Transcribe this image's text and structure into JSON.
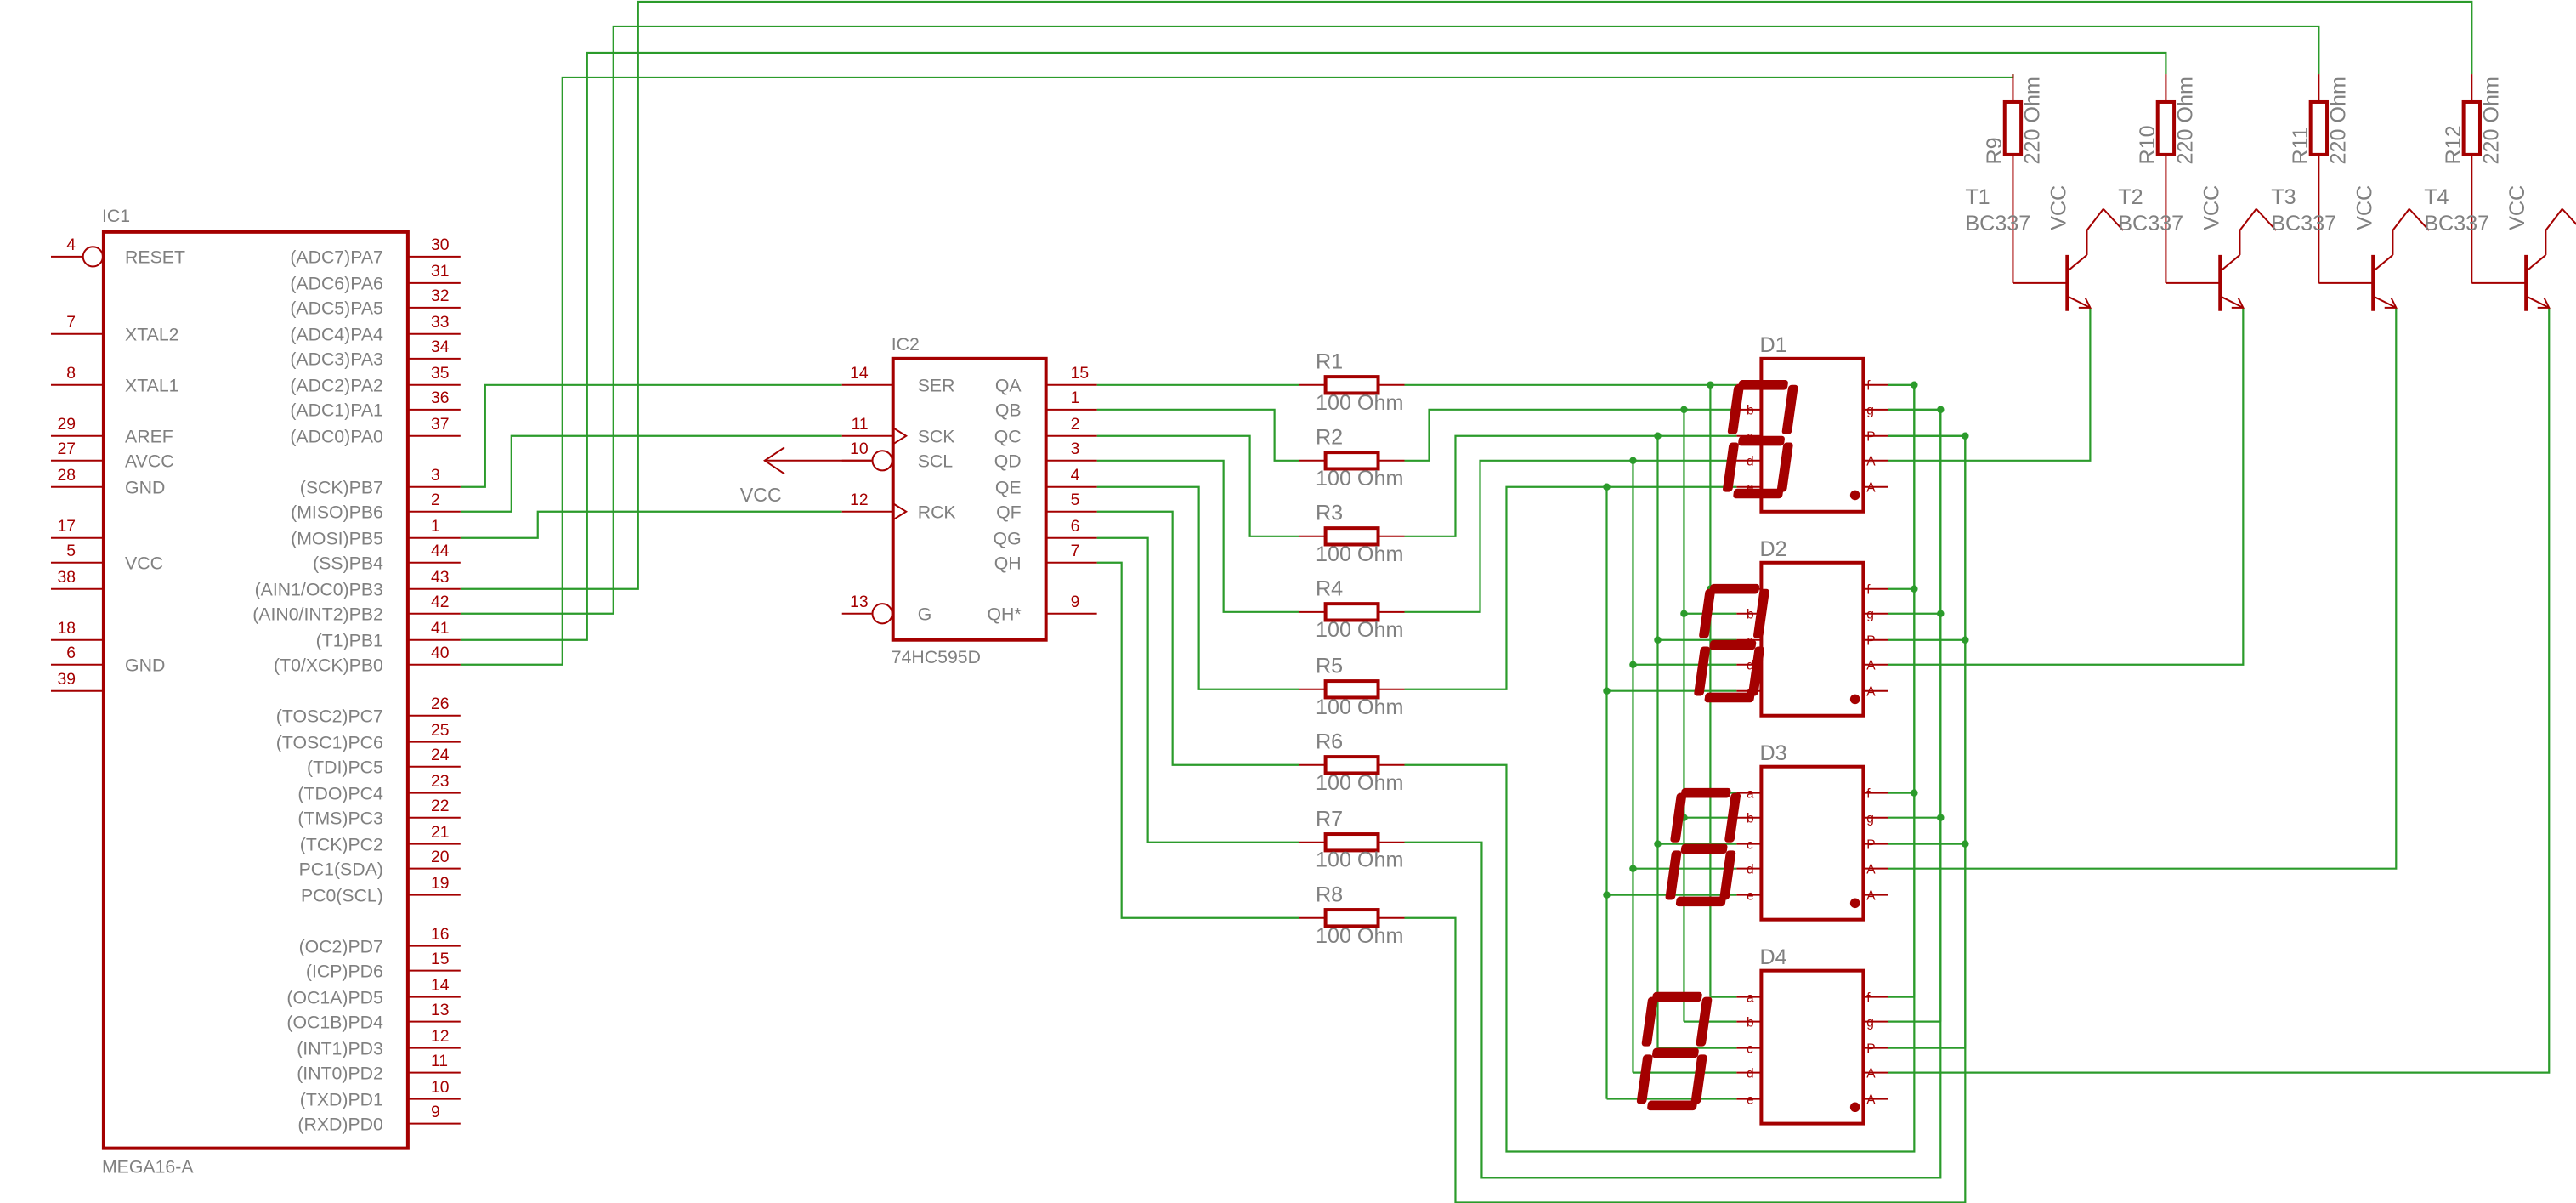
{
  "colors": {
    "component": "#a40000",
    "wire": "#2b9b2b",
    "label": "#808080",
    "background": "#ffffff"
  },
  "ic1": {
    "ref": "IC1",
    "value": "MEGA16-A",
    "left_pins": [
      {
        "num": "4",
        "name": "RESET"
      },
      {
        "num": "7",
        "name": "XTAL2"
      },
      {
        "num": "8",
        "name": "XTAL1"
      },
      {
        "num": "29",
        "name": "AREF"
      },
      {
        "num": "27",
        "name": "AVCC"
      },
      {
        "num": "28",
        "name": "GND"
      },
      {
        "num": "17",
        "name": ""
      },
      {
        "num": "5",
        "name": "VCC"
      },
      {
        "num": "38",
        "name": ""
      },
      {
        "num": "18",
        "name": ""
      },
      {
        "num": "6",
        "name": "GND"
      },
      {
        "num": "39",
        "name": ""
      }
    ],
    "right_pins": [
      {
        "num": "30",
        "name": "(ADC7)PA7"
      },
      {
        "num": "31",
        "name": "(ADC6)PA6"
      },
      {
        "num": "32",
        "name": "(ADC5)PA5"
      },
      {
        "num": "33",
        "name": "(ADC4)PA4"
      },
      {
        "num": "34",
        "name": "(ADC3)PA3"
      },
      {
        "num": "35",
        "name": "(ADC2)PA2"
      },
      {
        "num": "36",
        "name": "(ADC1)PA1"
      },
      {
        "num": "37",
        "name": "(ADC0)PA0"
      },
      {
        "num": "3",
        "name": "(SCK)PB7"
      },
      {
        "num": "2",
        "name": "(MISO)PB6"
      },
      {
        "num": "1",
        "name": "(MOSI)PB5"
      },
      {
        "num": "44",
        "name": "(SS)PB4"
      },
      {
        "num": "43",
        "name": "(AIN1/OC0)PB3"
      },
      {
        "num": "42",
        "name": "(AIN0/INT2)PB2"
      },
      {
        "num": "41",
        "name": "(T1)PB1"
      },
      {
        "num": "40",
        "name": "(T0/XCK)PB0"
      },
      {
        "num": "26",
        "name": "(TOSC2)PC7"
      },
      {
        "num": "25",
        "name": "(TOSC1)PC6"
      },
      {
        "num": "24",
        "name": "(TDI)PC5"
      },
      {
        "num": "23",
        "name": "(TDO)PC4"
      },
      {
        "num": "22",
        "name": "(TMS)PC3"
      },
      {
        "num": "21",
        "name": "(TCK)PC2"
      },
      {
        "num": "20",
        "name": "PC1(SDA)"
      },
      {
        "num": "19",
        "name": "PC0(SCL)"
      },
      {
        "num": "16",
        "name": "(OC2)PD7"
      },
      {
        "num": "15",
        "name": "(ICP)PD6"
      },
      {
        "num": "14",
        "name": "(OC1A)PD5"
      },
      {
        "num": "13",
        "name": "(OC1B)PD4"
      },
      {
        "num": "12",
        "name": "(INT1)PD3"
      },
      {
        "num": "11",
        "name": "(INT0)PD2"
      },
      {
        "num": "10",
        "name": "(TXD)PD1"
      },
      {
        "num": "9",
        "name": "(RXD)PD0"
      }
    ]
  },
  "ic2": {
    "ref": "IC2",
    "value": "74HC595D",
    "left_pins": [
      {
        "num": "14",
        "name": "SER"
      },
      {
        "num": "11",
        "name": "SCK"
      },
      {
        "num": "10",
        "name": "SCL"
      },
      {
        "num": "12",
        "name": "RCK"
      },
      {
        "num": "13",
        "name": "G"
      }
    ],
    "right_pins": [
      {
        "num": "15",
        "name": "QA"
      },
      {
        "num": "1",
        "name": "QB"
      },
      {
        "num": "2",
        "name": "QC"
      },
      {
        "num": "3",
        "name": "QD"
      },
      {
        "num": "4",
        "name": "QE"
      },
      {
        "num": "5",
        "name": "QF"
      },
      {
        "num": "6",
        "name": "QG"
      },
      {
        "num": "7",
        "name": "QH"
      },
      {
        "num": "9",
        "name": "QH*"
      }
    ]
  },
  "vcc_label": "VCC",
  "resistors": [
    {
      "ref": "R1",
      "value": "100 Ohm"
    },
    {
      "ref": "R2",
      "value": "100 Ohm"
    },
    {
      "ref": "R3",
      "value": "100 Ohm"
    },
    {
      "ref": "R4",
      "value": "100 Ohm"
    },
    {
      "ref": "R5",
      "value": "100 Ohm"
    },
    {
      "ref": "R6",
      "value": "100 Ohm"
    },
    {
      "ref": "R7",
      "value": "100 Ohm"
    },
    {
      "ref": "R8",
      "value": "100 Ohm"
    }
  ],
  "base_resistors": [
    {
      "ref": "R9",
      "value": "220 Ohm"
    },
    {
      "ref": "R10",
      "value": "220 Ohm"
    },
    {
      "ref": "R11",
      "value": "220 Ohm"
    },
    {
      "ref": "R12",
      "value": "220 Ohm"
    }
  ],
  "transistors": [
    {
      "ref": "T1",
      "value": "BC337",
      "supply": "VCC"
    },
    {
      "ref": "T2",
      "value": "BC337",
      "supply": "VCC"
    },
    {
      "ref": "T3",
      "value": "BC337",
      "supply": "VCC"
    },
    {
      "ref": "T4",
      "value": "BC337",
      "supply": "VCC"
    }
  ],
  "displays": [
    {
      "ref": "D1",
      "left_pins": [
        "a",
        "b",
        "c",
        "d",
        "e"
      ],
      "right_pins": [
        "f",
        "g",
        "P",
        "A",
        "A"
      ]
    },
    {
      "ref": "D2",
      "left_pins": [
        "a",
        "b",
        "c",
        "d",
        "e"
      ],
      "right_pins": [
        "f",
        "g",
        "P",
        "A",
        "A"
      ]
    },
    {
      "ref": "D3",
      "left_pins": [
        "a",
        "b",
        "c",
        "d",
        "e"
      ],
      "right_pins": [
        "f",
        "g",
        "P",
        "A",
        "A"
      ]
    },
    {
      "ref": "D4",
      "left_pins": [
        "a",
        "b",
        "c",
        "d",
        "e"
      ],
      "right_pins": [
        "f",
        "g",
        "P",
        "A",
        "A"
      ]
    }
  ]
}
